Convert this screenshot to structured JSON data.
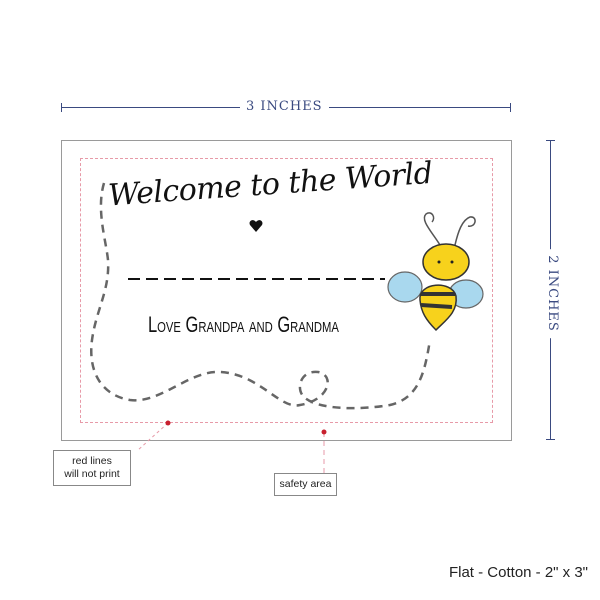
{
  "dimensions": {
    "width_label": "3 INCHES",
    "height_label": "2 INCHES"
  },
  "card": {
    "headline": "Welcome to the World",
    "signature": "Love Grandpa and Grandma",
    "colors": {
      "bee_yellow": "#f7d21c",
      "wing_blue": "#a9d8ee",
      "trail": "#666666",
      "safety_line": "#e79aa8"
    }
  },
  "annotations": {
    "red_lines_line1": "red lines",
    "red_lines_line2": "will not print",
    "safety_area": "safety area"
  },
  "product_label": "Flat - Cotton - 2\" x 3\""
}
